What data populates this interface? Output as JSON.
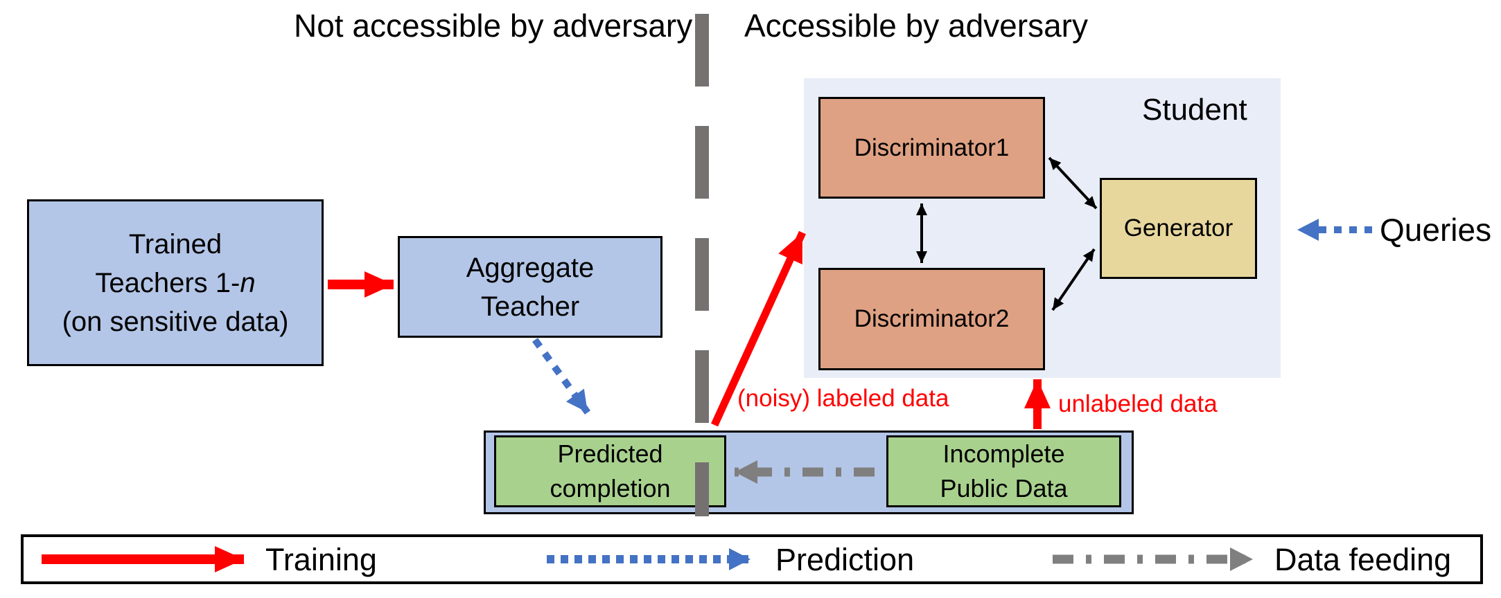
{
  "header": {
    "left_region_label": "Not accessible by adversary",
    "right_region_label": "Accessible by adversary"
  },
  "teacher_side": {
    "trained_teachers": {
      "line1": "Trained",
      "line2_prefix": "Teachers 1-",
      "line2_var": "n",
      "line3": "(on sensitive data)"
    },
    "aggregate_teacher": {
      "line1": "Aggregate",
      "line2": "Teacher"
    }
  },
  "student": {
    "label": "Student",
    "discriminator1": "Discriminator1",
    "discriminator2": "Discriminator2",
    "generator": "Generator",
    "queries_label": "Queries"
  },
  "data_flow": {
    "noisy_labeled_data_label": "(noisy) labeled data",
    "unlabeled_data_label": "unlabeled data",
    "predicted_completion": {
      "line1": "Predicted",
      "line2": "completion"
    },
    "incomplete_public_data": {
      "line1": "Incomplete",
      "line2": "Public Data"
    }
  },
  "legend": {
    "training_label": "Training",
    "prediction_label": "Prediction",
    "data_feeding_label": "Data feeding"
  },
  "colors": {
    "box_blue": "#b4c6e7",
    "box_green": "#a9d18e",
    "box_salmon": "#dfa183",
    "box_tan": "#e8d79d",
    "student_background": "#e8edf7",
    "training_red": "#ff0000",
    "prediction_blue": "#4472c4",
    "feeding_gray": "#7f7f7f",
    "divider_gray": "#767171"
  }
}
